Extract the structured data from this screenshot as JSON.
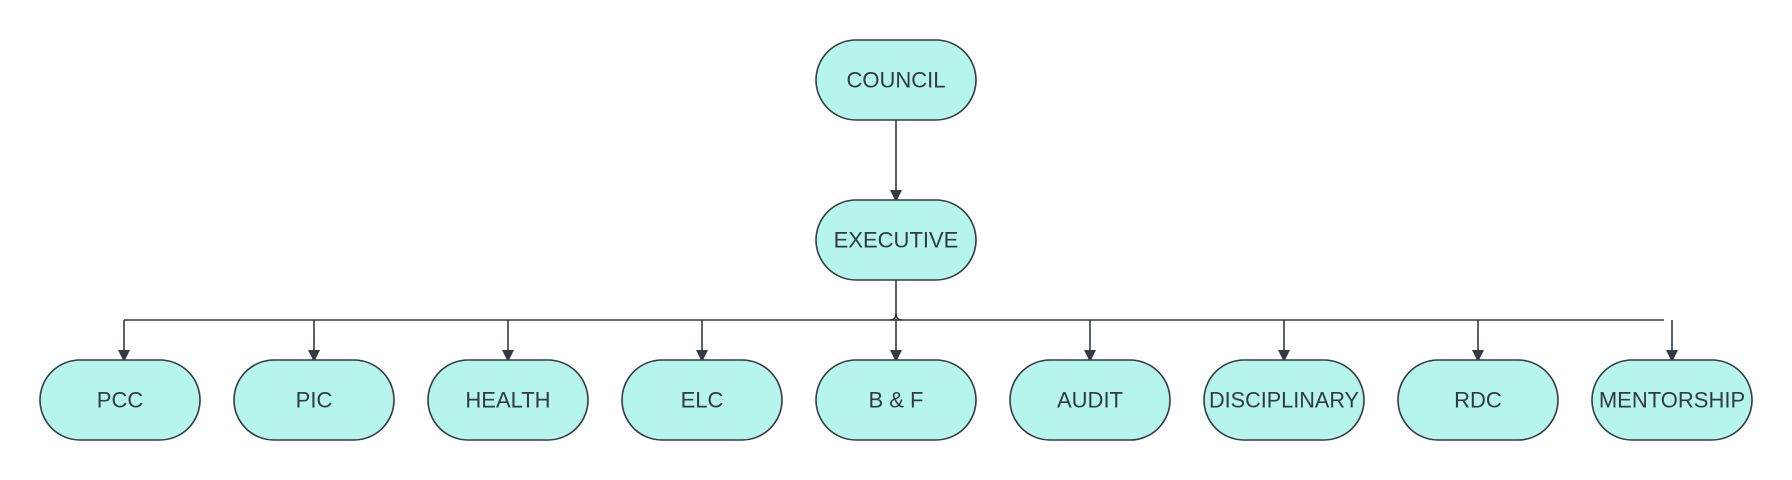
{
  "colors": {
    "node_fill": "#b6f5eb",
    "node_stroke": "#333a45",
    "connector": "#333a45",
    "background": "#ffffff"
  },
  "nodes": {
    "council": {
      "label": "COUNCIL"
    },
    "executive": {
      "label": "EXECUTIVE"
    },
    "children": [
      {
        "label": "PCC"
      },
      {
        "label": "PIC"
      },
      {
        "label": "HEALTH"
      },
      {
        "label": "ELC"
      },
      {
        "label": "B & F"
      },
      {
        "label": "AUDIT"
      },
      {
        "label": "DISCIPLINARY"
      },
      {
        "label": "RDC"
      },
      {
        "label": "MENTORSHIP"
      }
    ]
  },
  "edges": [
    {
      "from": "council",
      "to": "executive"
    },
    {
      "from": "executive",
      "to": "children.0"
    },
    {
      "from": "executive",
      "to": "children.1"
    },
    {
      "from": "executive",
      "to": "children.2"
    },
    {
      "from": "executive",
      "to": "children.3"
    },
    {
      "from": "executive",
      "to": "children.4"
    },
    {
      "from": "executive",
      "to": "children.5"
    },
    {
      "from": "executive",
      "to": "children.6"
    },
    {
      "from": "executive",
      "to": "children.7"
    },
    {
      "from": "executive",
      "to": "children.8"
    }
  ]
}
